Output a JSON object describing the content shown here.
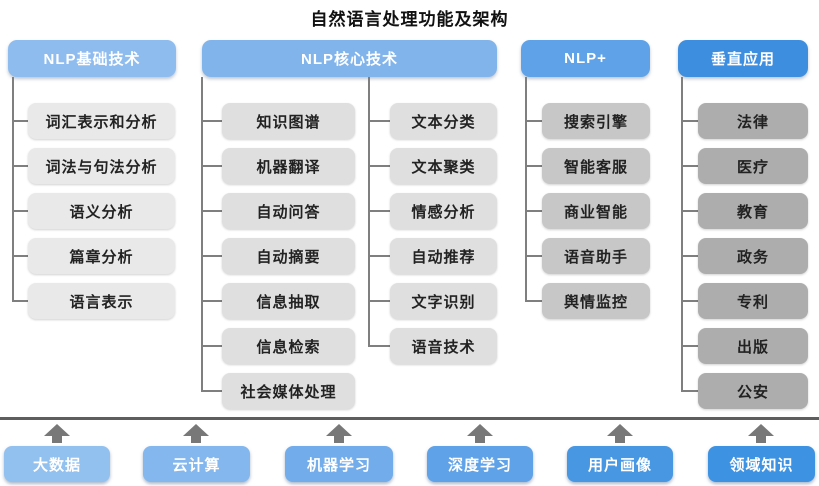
{
  "title": "自然语言处理功能及架构",
  "columns": [
    {
      "header": "NLP基础技术",
      "items": [
        "词汇表示和分析",
        "词法与句法分析",
        "语义分析",
        "篇章分析",
        "语言表示"
      ]
    },
    {
      "header": "NLP核心技术",
      "items_left": [
        "知识图谱",
        "机器翻译",
        "自动问答",
        "自动摘要",
        "信息抽取",
        "信息检索",
        "社会媒体处理"
      ],
      "items_right": [
        "文本分类",
        "文本聚类",
        "情感分析",
        "自动推荐",
        "文字识别",
        "语音技术"
      ]
    },
    {
      "header": "NLP+",
      "items": [
        "搜索引擎",
        "智能客服",
        "商业智能",
        "语音助手",
        "舆情监控"
      ]
    },
    {
      "header": "垂直应用",
      "items": [
        "法律",
        "医疗",
        "教育",
        "政务",
        "专利",
        "出版",
        "公安"
      ]
    }
  ],
  "foundation": {
    "items": [
      "大数据",
      "云计算",
      "机器学习",
      "深度学习",
      "用户画像",
      "领域知识"
    ]
  },
  "colors": {
    "header_blues": [
      "#8FBCEF",
      "#82B4EC",
      "#5FA2E7",
      "#3E8EE0"
    ],
    "item_grays": [
      "#E9E9E9",
      "#DFDFDF",
      "#C7C7C7",
      "#ADADAD"
    ],
    "foundation_blues": [
      "#92C0EF",
      "#84B7ED",
      "#72ACEA",
      "#5FA2E7",
      "#4897E3",
      "#3E92E2"
    ],
    "connector_gray": "#7F7F7F",
    "arrow_gray": "#787878",
    "divider_gray": "#5E5E5E"
  }
}
